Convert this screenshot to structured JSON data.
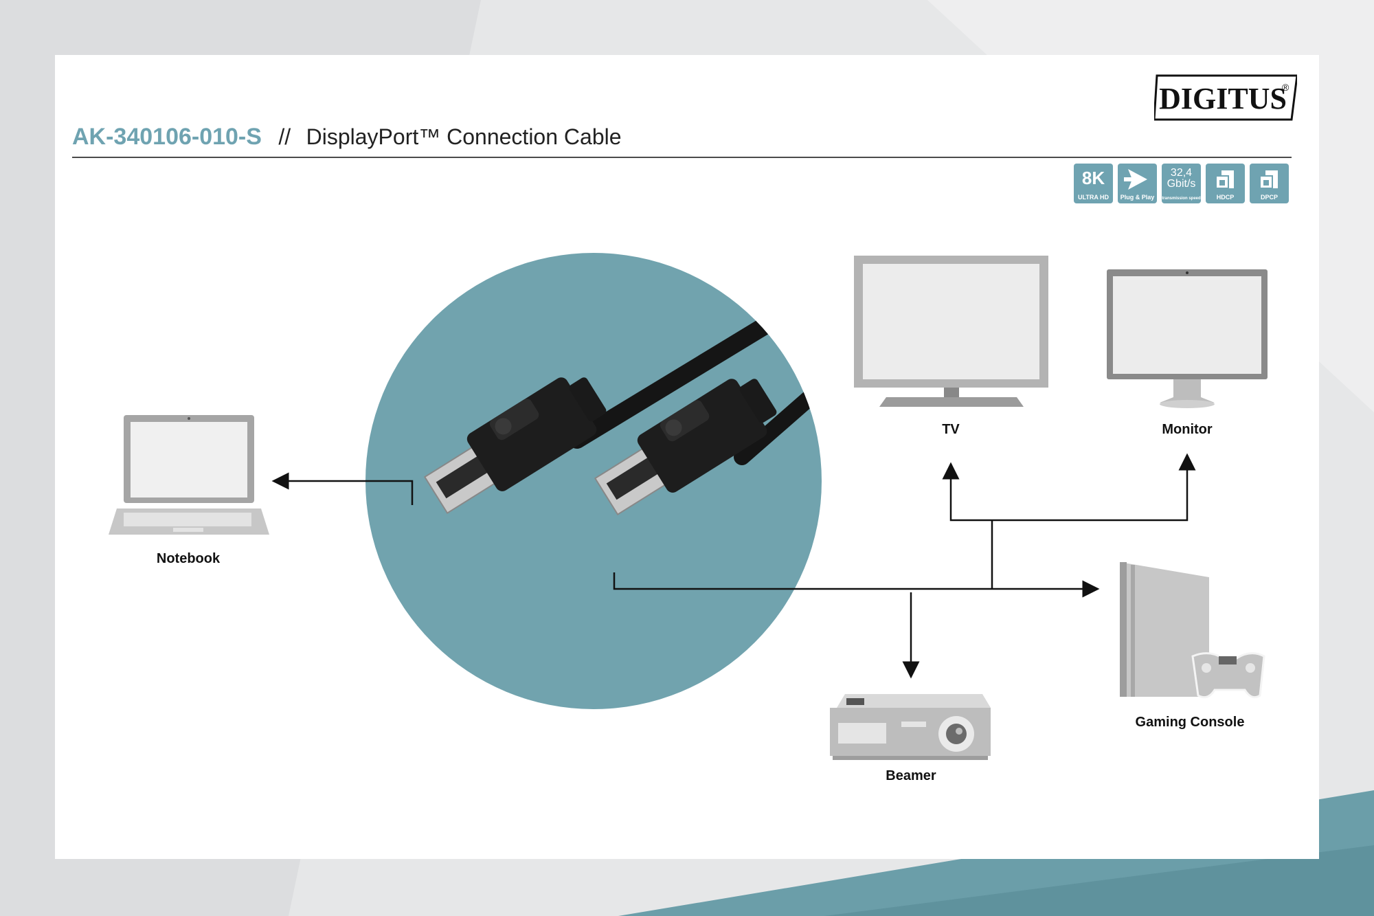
{
  "header": {
    "sku": "AK-340106-010-S",
    "separator": "//",
    "title": "DisplayPort™ Connection Cable"
  },
  "brand": {
    "logo_text": "DIGITUS",
    "registered": "®"
  },
  "badges": [
    {
      "main": "8K",
      "sub": "ULTRA HD",
      "icon": "8k-icon"
    },
    {
      "main": "",
      "sub": "Plug & Play",
      "icon": "plug-and-play-icon"
    },
    {
      "main": "32,4 Gbit/s",
      "sub": "transmission speed",
      "icon": "speed-icon"
    },
    {
      "main": "",
      "sub": "HDCP",
      "icon": "hdcp-icon"
    },
    {
      "main": "",
      "sub": "DPCP",
      "icon": "dpcp-icon"
    }
  ],
  "devices": {
    "notebook": "Notebook",
    "tv": "TV",
    "monitor": "Monitor",
    "gaming_console": "Gaming Console",
    "beamer": "Beamer"
  },
  "colors": {
    "accent": "#6fa3b1",
    "circle": "#71a3ae",
    "device_gray": "#a8a8a8",
    "arrow": "#111111"
  }
}
